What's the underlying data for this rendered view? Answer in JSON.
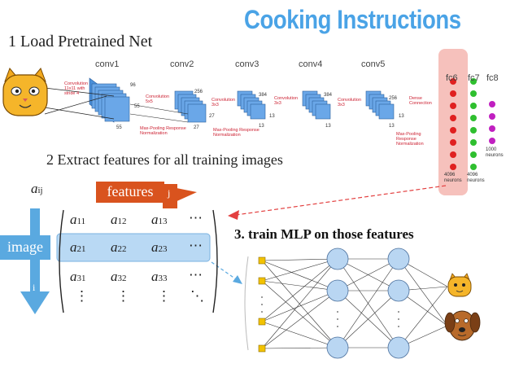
{
  "title": "Cooking Instructions",
  "steps": {
    "step1": "1 Load Pretrained Net",
    "step2": "2 Extract features for all training images",
    "step3": "3. train MLP on those features"
  },
  "cnn": {
    "layers": [
      "conv1",
      "conv2",
      "conv3",
      "conv4",
      "conv5",
      "fc6",
      "fc7",
      "fc8"
    ],
    "annotations": {
      "conv1": "Convolution 11x11 with stride 4",
      "conv2": "Convolution 5x5",
      "conv3": "Convolution 3x3",
      "conv4": "Convolution 3x3",
      "fc": "Dense Connection",
      "pool1": "Max-Pooling Response Normalization",
      "pool2": "Max-Pooling Response Normalization",
      "pool5": "Max-Pooling Response Normalization"
    },
    "dims": {
      "d96": "96",
      "d55a": "55",
      "d55b": "55",
      "d256a": "256",
      "d27a": "27",
      "d27b": "27",
      "d384a": "384",
      "d13a": "13",
      "d13b": "13",
      "d384b": "384",
      "d13c": "13",
      "d256b": "256",
      "d13d": "13",
      "d13e": "13"
    },
    "fc_sizes": {
      "fc6": "4096 neurons",
      "fc7": "4096 neurons",
      "fc8": "1000 neurons"
    },
    "colors": {
      "fc6_nodes": "#e02020",
      "fc7_nodes": "#2fbf2f",
      "fc8_nodes": "#c020c0",
      "highlight": "#f4b6b0",
      "arrow": "#e34040"
    }
  },
  "matrix": {
    "aij": "aij",
    "features_label": "features",
    "j_label": "j",
    "image_label": "image",
    "i_label": "i",
    "rows": [
      [
        "a11",
        "a12",
        "a13",
        "⋯"
      ],
      [
        "a21",
        "a22",
        "a23",
        "⋯"
      ],
      [
        "a31",
        "a32",
        "a33",
        "⋯"
      ],
      [
        "⋮",
        "⋮",
        "⋮",
        "⋱"
      ]
    ],
    "highlight_color": "#b9d9f4",
    "features_color": "#d9531e",
    "image_color": "#5aa9e0"
  },
  "mlp": {
    "input_nodes": 4,
    "hidden_layers": 2,
    "hidden_nodes_per_layer": 3,
    "outputs": [
      "cat-icon",
      "dog-icon"
    ],
    "node_color": "#b9d6f2",
    "input_color": "#f2c200"
  },
  "icons": {
    "input_image": "cat-face-icon",
    "output_cat": "cat-icon",
    "output_dog": "dog-icon"
  }
}
